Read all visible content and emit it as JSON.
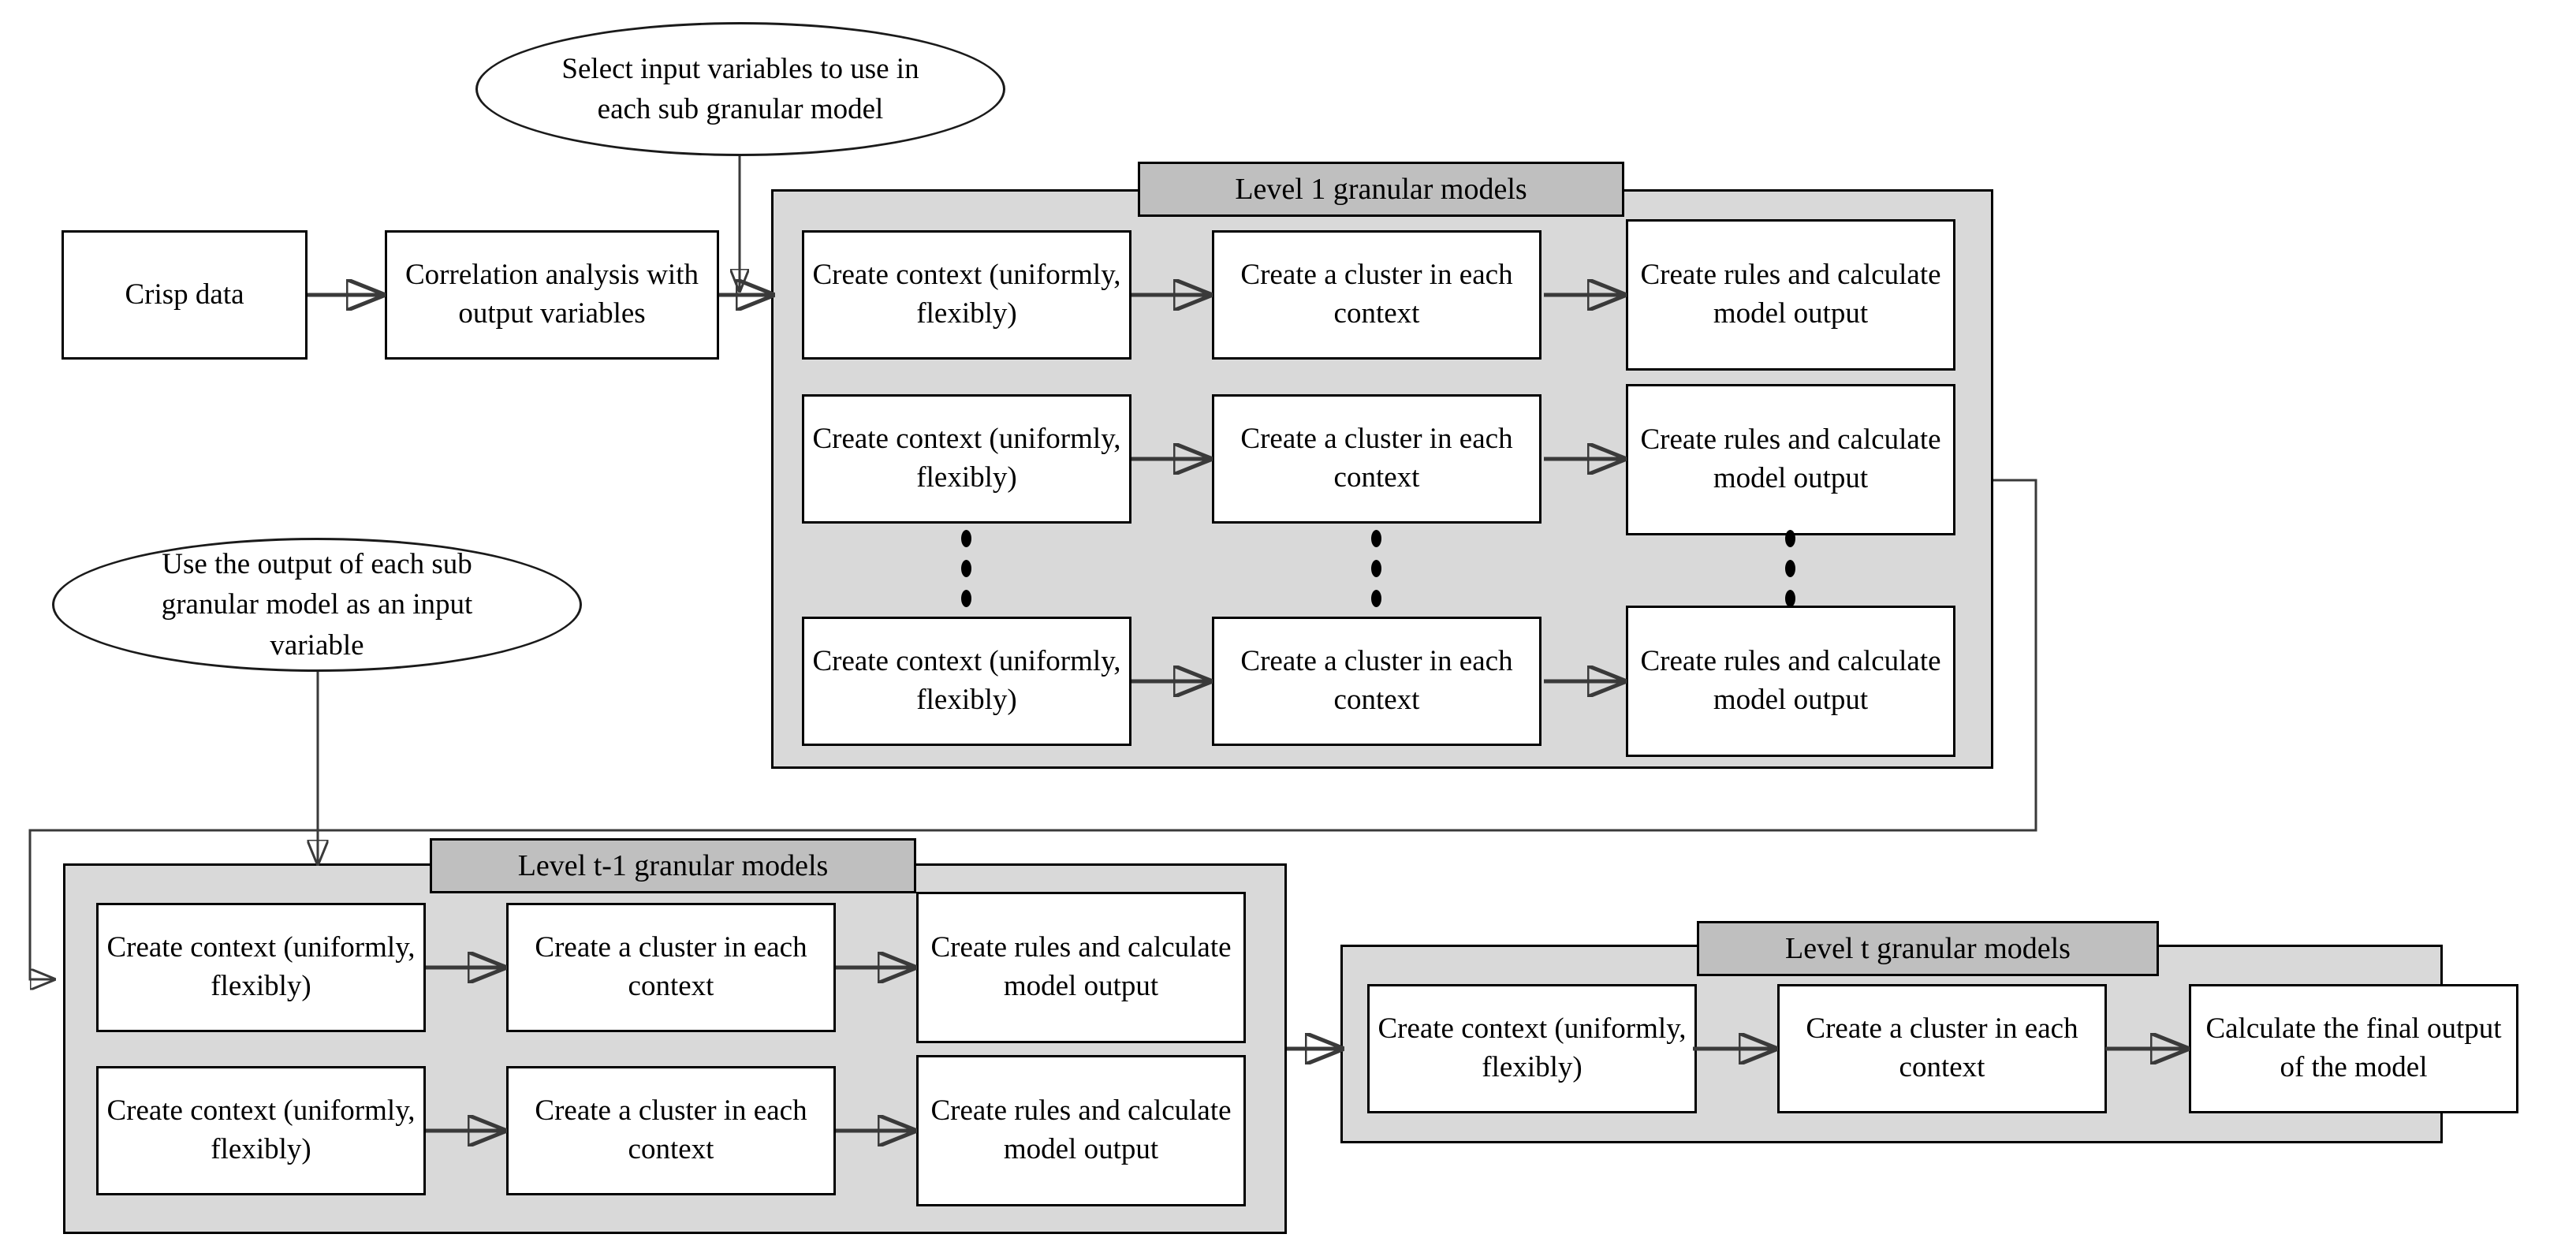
{
  "diagram": {
    "title": "Hierarchical granular model construction flowchart",
    "colors": {
      "panel_fill": "#d9d9d9",
      "panel_title_fill": "#bfbfbf",
      "box_fill": "#ffffff",
      "stroke": "#000000",
      "wire": "#3a3a3a"
    }
  },
  "start": {
    "crisp_data": "Crisp data",
    "correlation": "Correlation analysis with output variables"
  },
  "notes": {
    "select_inputs": "Select input variables to use in each sub granular model",
    "use_output": "Use the output of each sub granular model as an input variable"
  },
  "level1": {
    "title": "Level 1 granular models",
    "rows": [
      {
        "step1": "Create context (uniformly, flexibly)",
        "step2": "Create a cluster in each context",
        "step3": "Create rules and calculate model output"
      },
      {
        "step1": "Create context (uniformly, flexibly)",
        "step2": "Create a cluster in each context",
        "step3": "Create rules and calculate model output"
      },
      {
        "step1": "Create context (uniformly, flexibly)",
        "step2": "Create a cluster in each context",
        "step3": "Create rules and calculate model output"
      }
    ],
    "ellipsis": "⋮"
  },
  "levelT1": {
    "title": "Level t-1 granular models",
    "rows": [
      {
        "step1": "Create context (uniformly, flexibly)",
        "step2": "Create a cluster in each context",
        "step3": "Create rules and calculate model output"
      },
      {
        "step1": "Create context (uniformly, flexibly)",
        "step2": "Create a cluster in each context",
        "step3": "Create rules and calculate model output"
      }
    ]
  },
  "levelT": {
    "title": "Level t granular models",
    "rows": [
      {
        "step1": "Create context (uniformly, flexibly)",
        "step2": "Create a cluster in each context",
        "step3": "Calculate the final output of the model"
      }
    ]
  }
}
